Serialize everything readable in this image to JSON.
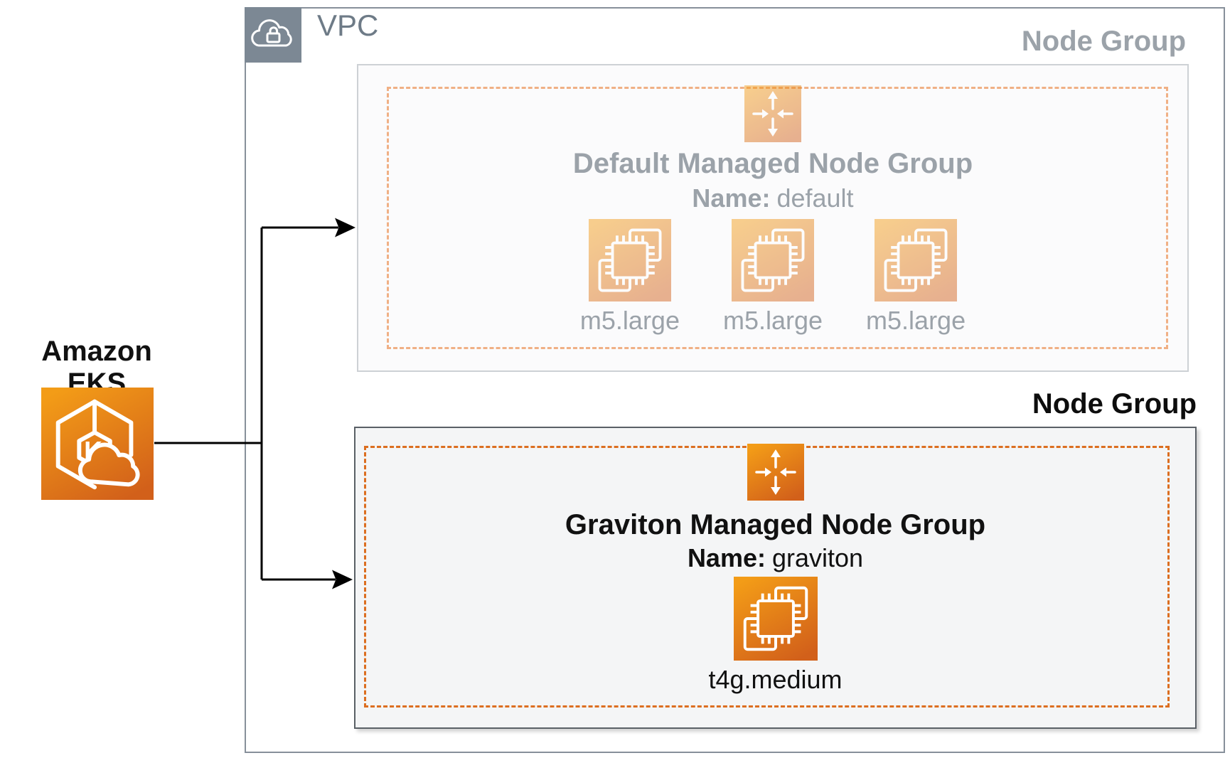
{
  "eks": {
    "label": "Amazon EKS"
  },
  "vpc": {
    "label": "VPC"
  },
  "groups": [
    {
      "badge": "Node Group",
      "title": "Default Managed Node Group",
      "name_label": "Name:",
      "name_value": "default",
      "instances": [
        "m5.large",
        "m5.large",
        "m5.large"
      ],
      "state": "inactive"
    },
    {
      "badge": "Node Group",
      "title": "Graviton Managed Node Group",
      "name_label": "Name:",
      "name_value": "graviton",
      "instances": [
        "t4g.medium"
      ],
      "state": "active"
    }
  ],
  "icons": {
    "vpc": "cloud-lock-icon",
    "node_group_header": "autoscaling-arrows-icon",
    "instance": "ec2-chip-icon",
    "eks": "eks-kubernetes-cloud-icon"
  },
  "colors": {
    "aws_orange_light": "#F39C17",
    "aws_orange_dark": "#D2601A",
    "dashed_active": "#DC6E20",
    "dashed_inactive": "#F0B085",
    "vpc_gray": "#7C8894",
    "vpc_border": "#87909A",
    "inactive_text": "#9BA2A9",
    "active_text": "#111111",
    "connector": "#000000"
  }
}
